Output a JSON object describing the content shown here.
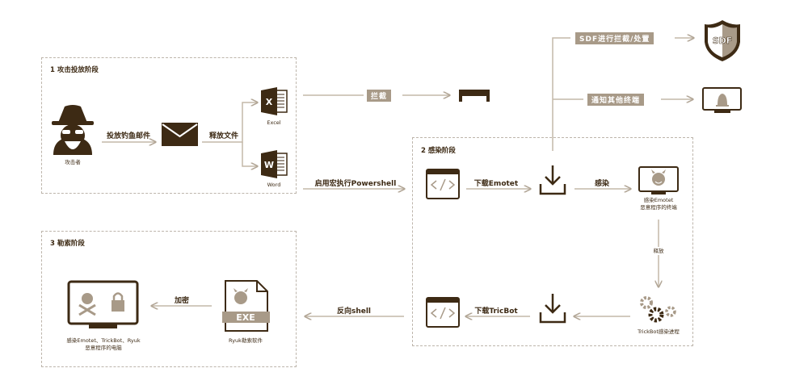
{
  "stages": [
    {
      "title": "1 攻击投放阶段"
    },
    {
      "title": "2 感染阶段"
    },
    {
      "title": "3 勒索阶段"
    }
  ],
  "stage1": {
    "attacker": "攻击者",
    "phish": "投放钓鱼邮件",
    "release": "释放文件",
    "excel": "Excel",
    "word": "Word",
    "excel_letter": "X",
    "word_letter": "W"
  },
  "intercept": "拦截",
  "macro": "启用宏执行Powershell",
  "sdf": {
    "action": "SDF进行拦截/处置",
    "notify": "通知其他终端",
    "shield_text": "SDF"
  },
  "stage2": {
    "download_emotet": "下载Emotet",
    "infect": "感染",
    "infected_terminal": [
      "感染Emotet",
      "恶意程序的终端"
    ],
    "release": "释放",
    "trickbot_process": "TrickBot感染进程",
    "download_tricbot": "下载TricBot"
  },
  "reverse_shell": "反向shell",
  "stage3": {
    "encrypt": "加密",
    "ryuk": "Ryuk勒索软件",
    "exe": "EXE",
    "victim": [
      "感染Emotet、TrickBot、Ryuk",
      "恶意程序的电脑"
    ]
  },
  "colors": {
    "dark": "#3d2a14",
    "tan": "#a89a88",
    "line": "#c4b8a8"
  }
}
